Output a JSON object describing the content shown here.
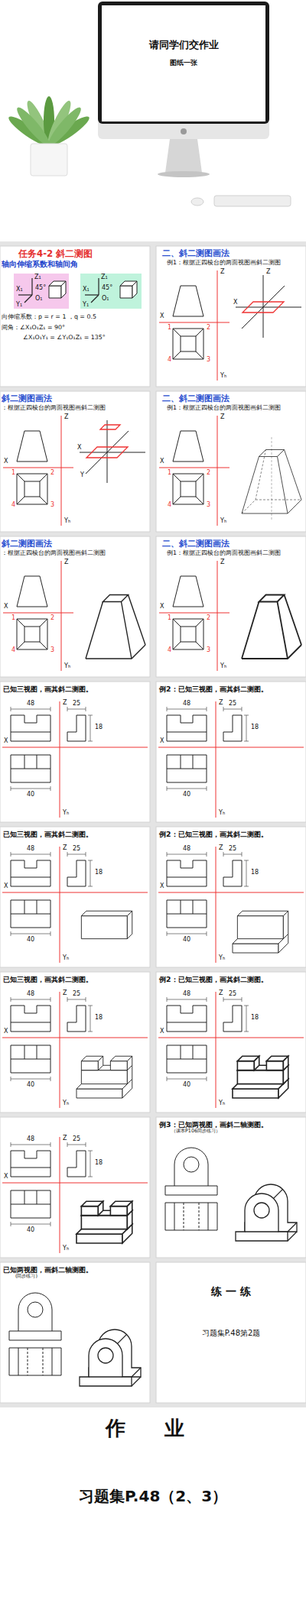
{
  "diagram": {
    "title": "作 业",
    "caption": "习题集P.48（2、3）",
    "nodes": [
      {
        "text": [
          "请同学们交作业",
          "图纸一张"
        ]
      },
      {
        "text": [
          "任务4-2  斜二测图",
          "轴向伸缩系数和轴间角",
          "向伸缩系数：p = r = 1 ，q = 0.5",
          "间角：∠X₁O₁Z₁ = 90°",
          "∠X₁O₁Y₁ = ∠Y₁O₁Z₁ = 135°"
        ]
      },
      {
        "text": [
          "二、斜二测图画法",
          "例1：根据正四棱台的两面视图画斜二测图"
        ]
      },
      {
        "text": [
          "斜二测图画法",
          "：根据正四棱台的两面视图画斜二测图"
        ]
      },
      {
        "text": [
          "二、斜二测图画法",
          "例1：根据正四棱台的两面视图画斜二测图"
        ]
      },
      {
        "text": [
          "斜二测图画法",
          "：根据正四棱台的两面视图画斜二测图"
        ]
      },
      {
        "text": [
          "二、斜二测图画法",
          "例1：根据正四棱台的两面视图画斜二测图"
        ]
      },
      {
        "text": [
          "已知三视图，画其斜二测图。"
        ]
      },
      {
        "text": [
          "例2：已知三视图，画其斜二测图。"
        ]
      },
      {
        "text": [
          "已知三视图，画其斜二测图。"
        ]
      },
      {
        "text": [
          "例2：已知三视图，画其斜二测图。"
        ]
      },
      {
        "text": [
          "已知三视图，画其斜二测图。"
        ]
      },
      {
        "text": [
          "例2：已知三视图，画其斜二测图。"
        ]
      },
      {
        "text": [
          "例3：已知两视图，画斜二轴测图。",
          "（课本P106同步练习）"
        ]
      },
      {
        "text": [
          "已知两视图，画斜二轴测图。",
          "(同步练习)"
        ]
      },
      {
        "text": [
          "练 一 练",
          "习题集P.48第2题"
        ]
      }
    ],
    "labels": [
      "Z₁",
      "X₁",
      "O₁",
      "45°",
      "Y₁",
      "Z₁",
      "X₁",
      "O₁",
      "45°",
      "Y₁",
      "Z",
      "X",
      "Yₕ",
      "1",
      "2",
      "3",
      "4",
      "Z",
      "X",
      "Yₕ",
      "1",
      "2",
      "3",
      "4",
      "Z",
      "X",
      "Yₕ",
      "1",
      "2",
      "3",
      "4",
      "Z",
      "X",
      "Yₕ",
      "1",
      "2",
      "3",
      "4",
      "Z",
      "X",
      "Yₕ",
      "1",
      "2",
      "3",
      "4",
      "Z",
      "X",
      "X",
      "Y",
      "Z",
      "X",
      "Yₕ",
      "48",
      "25",
      "18",
      "40",
      "Z",
      "X",
      "Yₕ",
      "48",
      "25",
      "18",
      "40",
      "Z",
      "X",
      "Yₕ",
      "48",
      "25",
      "18",
      "40",
      "Z",
      "X",
      "Yₕ",
      "48",
      "25",
      "18",
      "40",
      "Z",
      "X",
      "Yₕ",
      "48",
      "25",
      "18",
      "40",
      "Z",
      "X",
      "Yₕ",
      "48",
      "25",
      "18",
      "40",
      "Z",
      "X",
      "Yₕ",
      "48",
      "25",
      "18",
      "40"
    ]
  }
}
